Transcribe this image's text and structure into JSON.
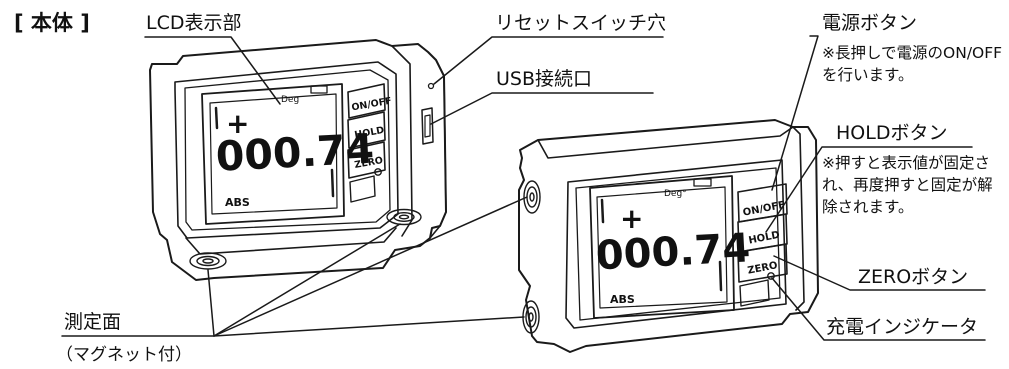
{
  "section_title": "[ 本体 ]",
  "callouts": {
    "lcd": "LCD表示部",
    "reset": "リセットスイッチ穴",
    "usb": "USB接続口",
    "power": "電源ボタン",
    "power_note": "※長押しで電源のON/OFFを行います。",
    "hold": "HOLDボタン",
    "hold_note": "※押すと表示値が固定され、再度押すと固定が解除されます。",
    "zero": "ZEROボタン",
    "charge": "充電インジケータ",
    "measure": "測定面",
    "magnet": "（マグネット付）"
  },
  "device_left": {
    "unit": "Deg",
    "sign": "+",
    "value": "000.74",
    "mode": "ABS",
    "btn_onoff": "ON/OFF",
    "btn_hold": "HOLD",
    "btn_zero": "ZERO"
  },
  "device_right": {
    "unit": "Deg°",
    "sign": "+",
    "value": "000.74",
    "mode": "ABS",
    "btn_onoff": "ON/OFF",
    "btn_hold": "HOLD",
    "btn_zero": "ZERO"
  }
}
